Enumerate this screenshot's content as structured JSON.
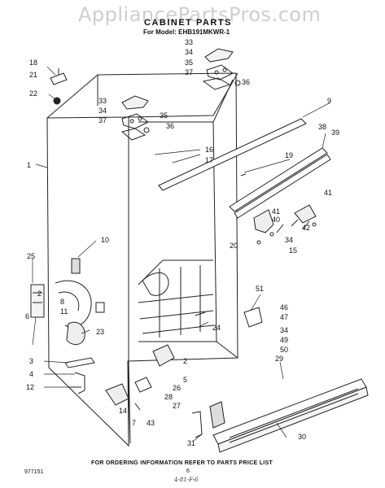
{
  "watermark": "AppliancePartsPros.com",
  "title": "CABINET PARTS",
  "model_line": "For Model: EHB191MKWR-1",
  "footer_note": "FOR ORDERING INFORMATION REFER TO PARTS PRICE LIST",
  "sheet_code": "977151",
  "page_number": "6",
  "handwritten_note": "4-81-F-6",
  "callouts": {
    "c33a": "33",
    "c34a": "34",
    "c35a": "35",
    "c37a": "37",
    "c36a": "36",
    "c18": "18",
    "c21": "21",
    "c22": "22",
    "c33b": "33",
    "c34b": "34",
    "c35b": "35",
    "c37b": "37",
    "c36b": "36",
    "c9": "9",
    "c38": "38",
    "c39": "39",
    "c1": "1",
    "c16": "16",
    "c17": "17",
    "c19": "19",
    "c41a": "41",
    "c41b": "41",
    "c40": "40",
    "c42": "42",
    "c34c": "34",
    "c20": "20",
    "c15": "15",
    "c10": "10",
    "c25": "25",
    "c2a": "2",
    "c11": "11",
    "c8": "8",
    "c6": "6",
    "c23": "23",
    "c51": "51",
    "c46": "46",
    "c47": "47",
    "c34d": "34",
    "c49": "49",
    "c50": "50",
    "c24": "24",
    "c3": "3",
    "c4": "4",
    "c12": "12",
    "c2b": "2",
    "c5": "5",
    "c26": "26",
    "c28": "28",
    "c29": "29",
    "c14": "14",
    "c7": "7",
    "c43": "43",
    "c27": "27",
    "c30": "30",
    "c31": "31"
  }
}
